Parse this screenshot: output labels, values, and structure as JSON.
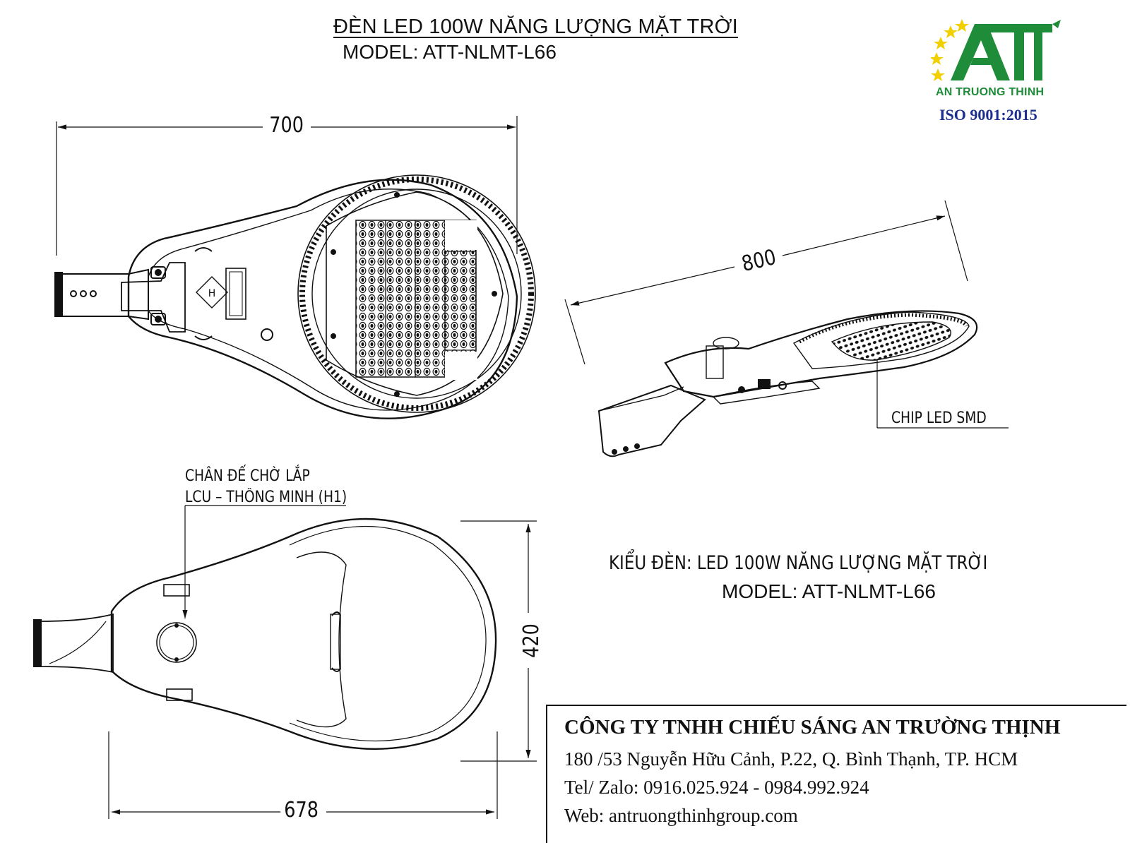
{
  "header": {
    "title": "ĐÈN LED 100W NĂNG LƯỢNG MẶT TRỜI",
    "model": "MODEL: ATT-NLMT-L66"
  },
  "logo": {
    "company_short": "AN TRUONG THINH",
    "certification": "ISO 9001:2015",
    "brand_color": "#1f8c3a",
    "text_blue": "#1c2f8f",
    "star_color": "#f2d000"
  },
  "dimensions": {
    "width_top": "700",
    "length_side": "800",
    "height_bottom": "420",
    "width_bottom": "678"
  },
  "callouts": {
    "chip": "CHIP LED SMD",
    "base_line1": "CHÂN ĐẾ CHỜ LẮP",
    "base_line2": "LCU – THÔNG MINH (H1)"
  },
  "product_info": {
    "type": "KIỂU ĐÈN: LED 100W NĂNG LƯỢNG MẶT TRỜI",
    "model": "MODEL: ATT-NLMT-L66"
  },
  "company": {
    "name": "CÔNG TY TNHH CHIẾU SÁNG AN TRƯỜNG THỊNH",
    "address": "180 /53 Nguyễn Hữu Cảnh, P.22, Q. Bình Thạnh, TP. HCM",
    "phone": "Tel/ Zalo: 0916.025.924 - 0984.992.924",
    "web": "Web: antruongthinhgroup.com"
  }
}
